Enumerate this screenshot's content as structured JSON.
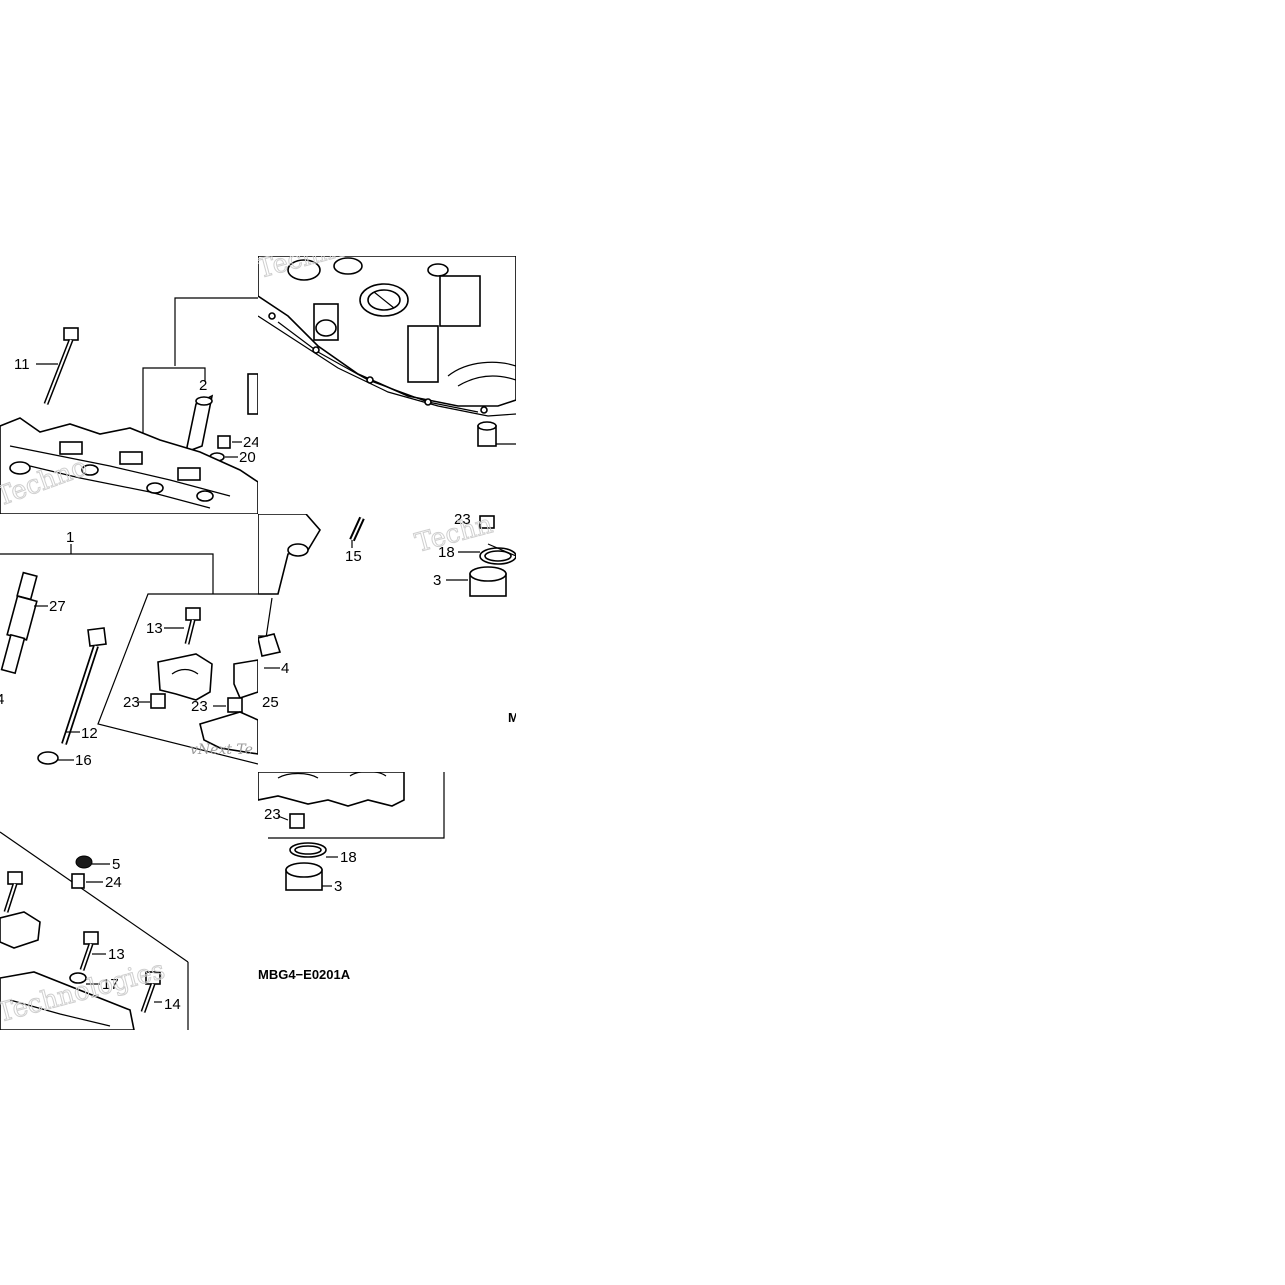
{
  "diagram": {
    "code": "MBG4−E0201A",
    "watermarks": [
      "Techn",
      "vNext Te",
      "Techno",
      "Technologies"
    ],
    "tiles": {
      "top_left": {
        "callouts": [
          "11",
          "2",
          "24",
          "20"
        ]
      },
      "top_right": {
        "callouts": [
          "23",
          "18",
          "3",
          "15"
        ]
      },
      "middle_left": {
        "callouts": [
          "1",
          "27",
          "4",
          "12",
          "16",
          "13",
          "23",
          "4",
          "23",
          "13",
          "25"
        ]
      },
      "middle_right": {
        "callouts": [
          "23",
          "18",
          "3"
        ]
      },
      "bottom_left": {
        "callouts": [
          "5",
          "24",
          "13",
          "17",
          "14"
        ]
      }
    }
  }
}
